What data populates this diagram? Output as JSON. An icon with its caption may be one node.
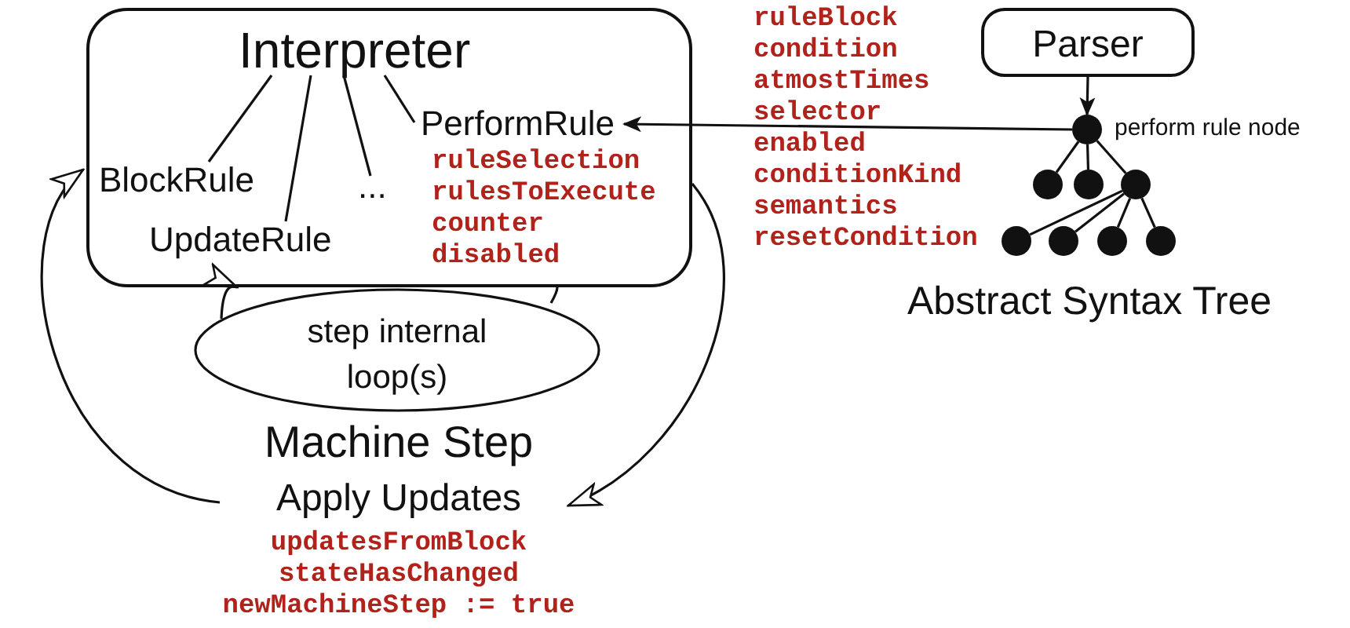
{
  "diagram": {
    "nodes": [
      {
        "text": [],
        "shape": "box"
      },
      {
        "text": [
          "Interpreter"
        ],
        "in": 0
      },
      {
        "text": [
          "BlockRule"
        ],
        "in": 0
      },
      {
        "text": [
          "UpdateRule"
        ],
        "in": 0
      },
      {
        "text": [
          "..."
        ],
        "in": 0
      },
      {
        "text": [
          "PerformRule"
        ],
        "in": 0,
        "beside": [
          "ruleSelection",
          "rulesToExecute",
          "counter",
          "disabled"
        ]
      },
      {
        "text": [
          "Parser"
        ]
      },
      {
        "text": [],
        "shape": "circle",
        "beside": [
          "perform rule node"
        ]
      },
      {
        "text": [],
        "shape": "circle"
      },
      {
        "text": [],
        "shape": "circle"
      },
      {
        "text": [],
        "shape": "circle"
      },
      {
        "text": [],
        "shape": "circle"
      },
      {
        "text": [],
        "shape": "circle"
      },
      {
        "text": [],
        "shape": "circle"
      },
      {
        "text": [],
        "shape": "circle"
      },
      {
        "text": [
          "step internal loop(s)"
        ]
      },
      {
        "text": [
          "Machine Step",
          "Apply Updates"
        ],
        "beside": [
          "updatesFromBlock",
          "stateHasChanged",
          "newMachineStep := true"
        ]
      }
    ],
    "edges": [
      {
        "from": 1,
        "to": 2,
        "arrow": "none"
      },
      {
        "from": 1,
        "to": 3,
        "arrow": "none"
      },
      {
        "from": 1,
        "to": 4,
        "arrow": "none"
      },
      {
        "from": 1,
        "to": 5,
        "arrow": "none"
      },
      {
        "from": 6,
        "to": 7,
        "arrow": "to"
      },
      {
        "from": 7,
        "to": 5,
        "arrow": "to"
      },
      {
        "from": 7,
        "to": 8,
        "arrow": "none"
      },
      {
        "from": 7,
        "to": 9,
        "arrow": "none"
      },
      {
        "from": 7,
        "to": 10,
        "arrow": "none"
      },
      {
        "from": 10,
        "to": 11,
        "arrow": "none"
      },
      {
        "from": 10,
        "to": 12,
        "arrow": "none"
      },
      {
        "from": 10,
        "to": 13,
        "arrow": "none"
      },
      {
        "from": 10,
        "to": 14,
        "arrow": "none"
      },
      {
        "from": 15,
        "to": 0,
        "arrow": "to"
      },
      {
        "from": 0,
        "to": 15,
        "arrow": "none"
      },
      {
        "from": 0,
        "to": 16,
        "arrow": "to"
      },
      {
        "from": 16,
        "to": 0,
        "arrow": "to"
      }
    ],
    "labels": [
      "ruleBlock",
      "condition",
      "atmostTimes",
      "selector",
      "enabled",
      "conditionKind",
      "semantics",
      "resetCondition",
      "Abstract Syntax Tree"
    ]
  }
}
